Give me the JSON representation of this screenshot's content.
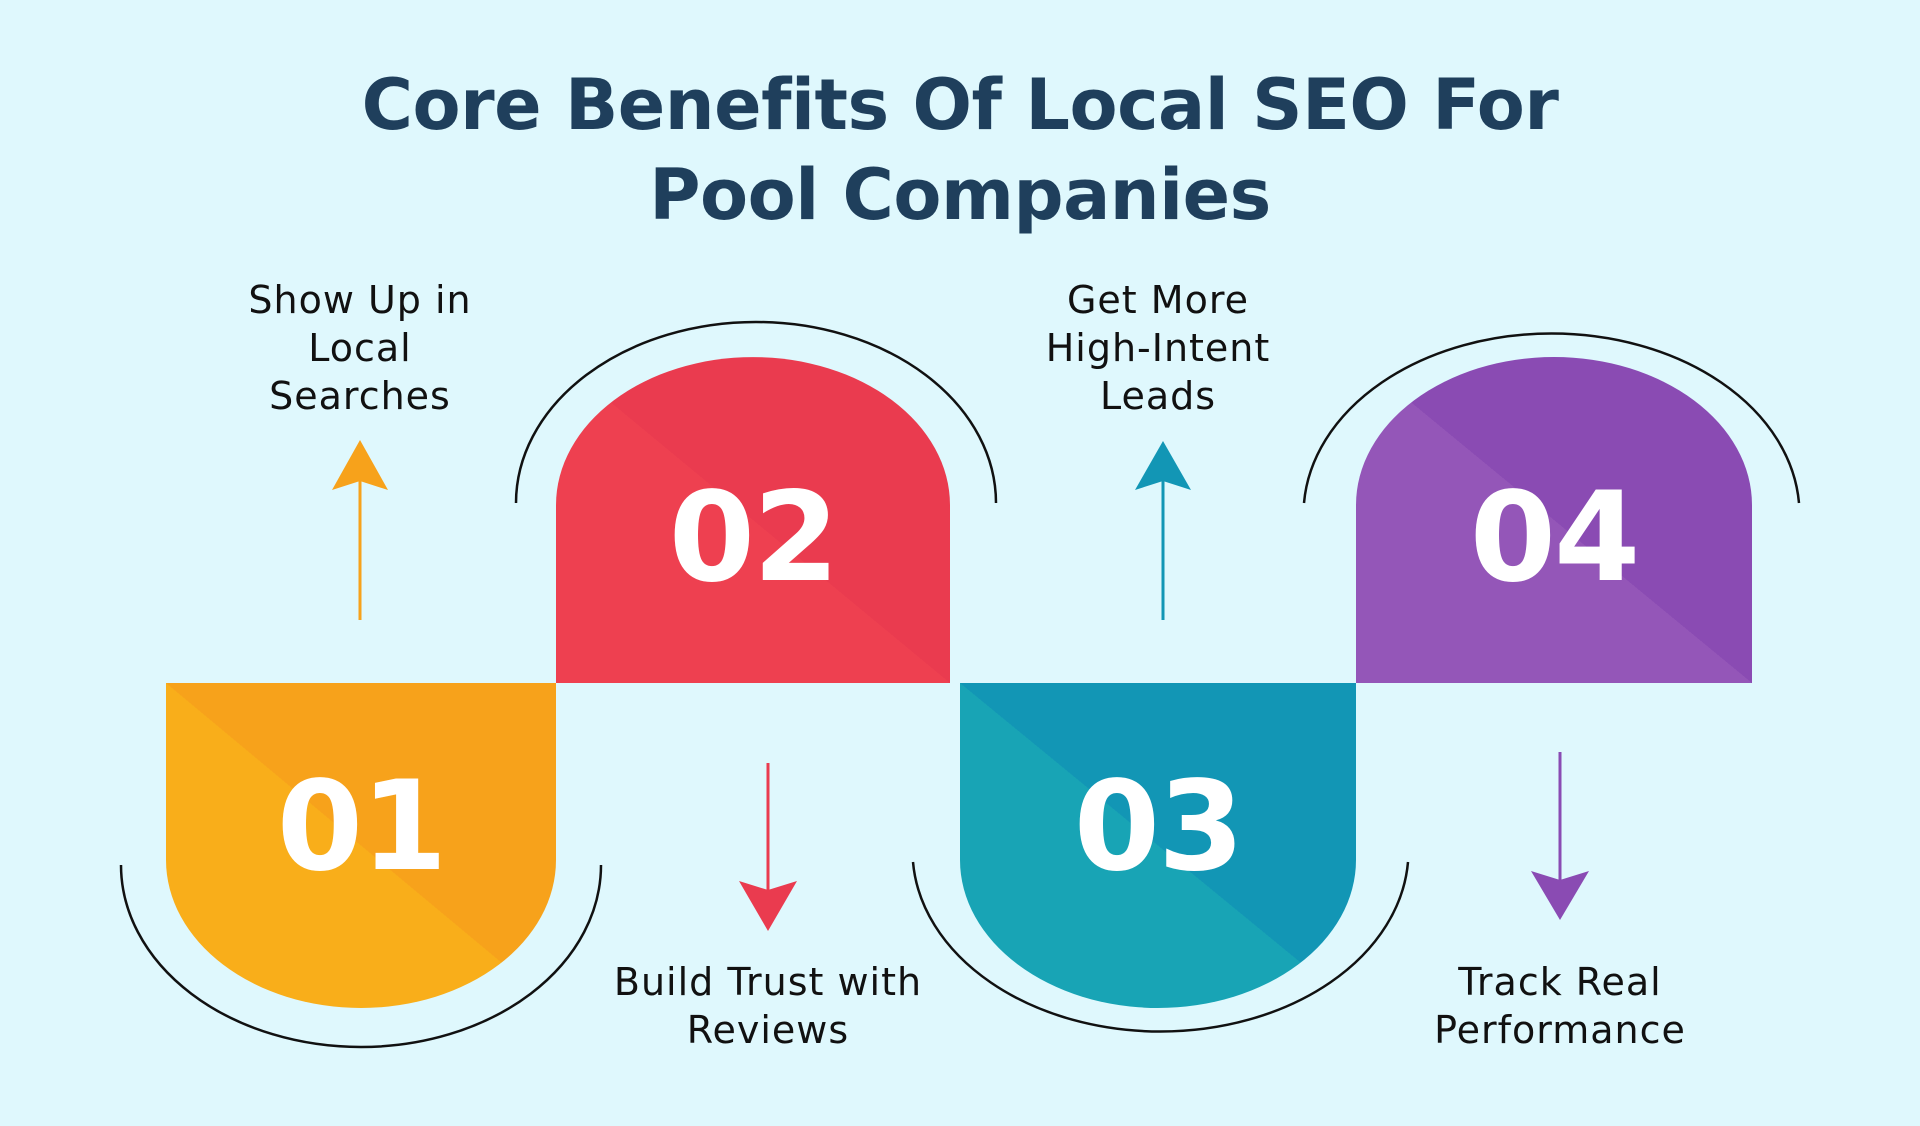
{
  "title": {
    "line1": "Core Benefits Of Local SEO For",
    "line2": "Pool Companies"
  },
  "steps": [
    {
      "number": "01",
      "label_lines": [
        "Show Up in",
        "Local",
        "Searches"
      ],
      "color": "#f7a21b",
      "color_light": "#f9ae1a",
      "arrow": "up"
    },
    {
      "number": "02",
      "label_lines": [
        "Build Trust with",
        "Reviews"
      ],
      "color": "#ea3b4f",
      "color_light": "#ee4050",
      "arrow": "down"
    },
    {
      "number": "03",
      "label_lines": [
        "Get More",
        "High-Intent",
        "Leads"
      ],
      "color": "#1296b5",
      "color_light": "#18a4b5",
      "arrow": "up"
    },
    {
      "number": "04",
      "label_lines": [
        "Track Real",
        "Performance"
      ],
      "color": "#8a4bb3",
      "color_light": "#9456b8",
      "arrow": "down"
    }
  ],
  "colors": {
    "background": "#dff8fd",
    "title": "#1f3f5c",
    "label_text": "#111111",
    "arc_stroke": "#111111"
  }
}
